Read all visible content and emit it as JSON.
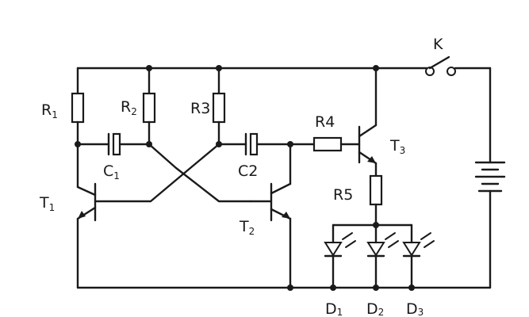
{
  "diagram": {
    "components": {
      "R1": {
        "name": "R",
        "sub": "1"
      },
      "R2": {
        "name": "R",
        "sub": "2"
      },
      "R3": {
        "name": "R3"
      },
      "R4": {
        "name": "R4"
      },
      "R5": {
        "name": "R5"
      },
      "C1": {
        "name": "C",
        "sub": "1"
      },
      "C2": {
        "name": "C2"
      },
      "T1": {
        "name": "T",
        "sub": "1"
      },
      "T2": {
        "name": "T",
        "sub": "2"
      },
      "T3": {
        "name": "T",
        "sub": "3"
      },
      "K": {
        "name": "K"
      },
      "D1": {
        "name": "D",
        "sub": "1"
      },
      "D2": {
        "name": "D",
        "sub": "2"
      },
      "D3": {
        "name": "D",
        "sub": "3"
      }
    }
  }
}
